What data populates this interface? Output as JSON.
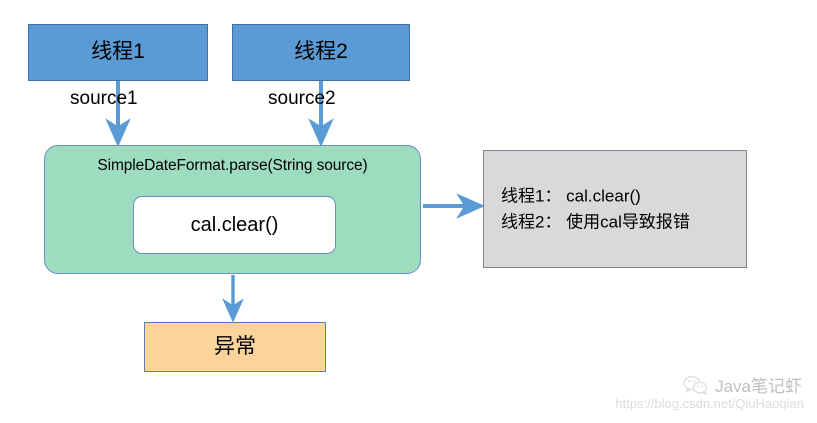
{
  "diagram": {
    "title": "SimpleDateFormat thread safety diagram",
    "colors": {
      "thread_fill": "#5B9BD5",
      "thread_stroke": "#41719C",
      "method_fill": "#9EDCBF",
      "method_stroke": "#6B8FC4",
      "inner_fill": "#FFFFFF",
      "note_fill": "#D9D9D9",
      "note_stroke": "#7C8796",
      "exception_fill": "#FBD49C",
      "exception_stroke": "#5B7FB0",
      "arrow": "#5B9BD5",
      "arrow_dark": "#4472A8"
    },
    "nodes": {
      "thread1": "线程1",
      "thread2": "线程2",
      "method_signature": "SimpleDateFormat.parse(String source)",
      "inner_call": "cal.clear()",
      "exception": "异常"
    },
    "note": {
      "line1": "线程1： cal.clear()",
      "line2": "线程2： 使用cal导致报错"
    },
    "edges": {
      "source1": "source1",
      "source2": "source2"
    }
  },
  "watermark": {
    "brand": "Java笔记虾",
    "url": "https://blog.csdn.net/QiuHaoqian",
    "icon": "wechat-icon"
  }
}
